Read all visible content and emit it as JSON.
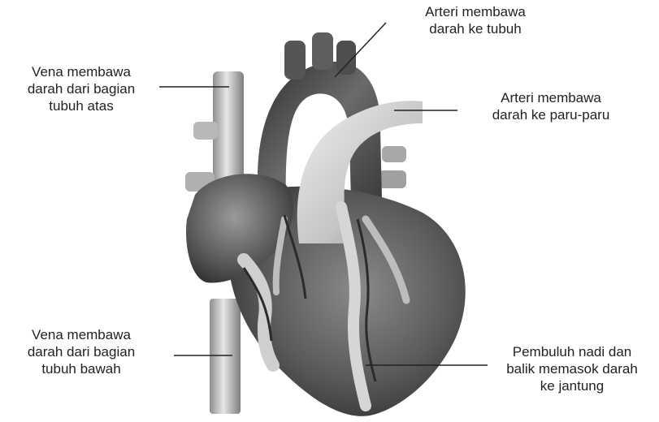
{
  "labels": {
    "arteri_tubuh": [
      "Arteri membawa",
      "darah ke tubuh"
    ],
    "vena_atas": [
      "Vena membawa",
      "darah dari bagian",
      "tubuh atas"
    ],
    "arteri_paru": [
      "Arteri membawa",
      "darah ke paru-paru"
    ],
    "vena_bawah": [
      "Vena membawa",
      "darah dari bagian",
      "tubuh bawah"
    ],
    "pembuluh": [
      "Pembuluh nadi dan",
      "balik memasok darah",
      "ke jantung"
    ]
  },
  "colors": {
    "vessel_light": "#d9d9d9",
    "vessel_mid": "#9a9a9a",
    "muscle_dark": "#4a4a4a",
    "muscle_mid": "#777777",
    "leader_line": "#222222"
  }
}
